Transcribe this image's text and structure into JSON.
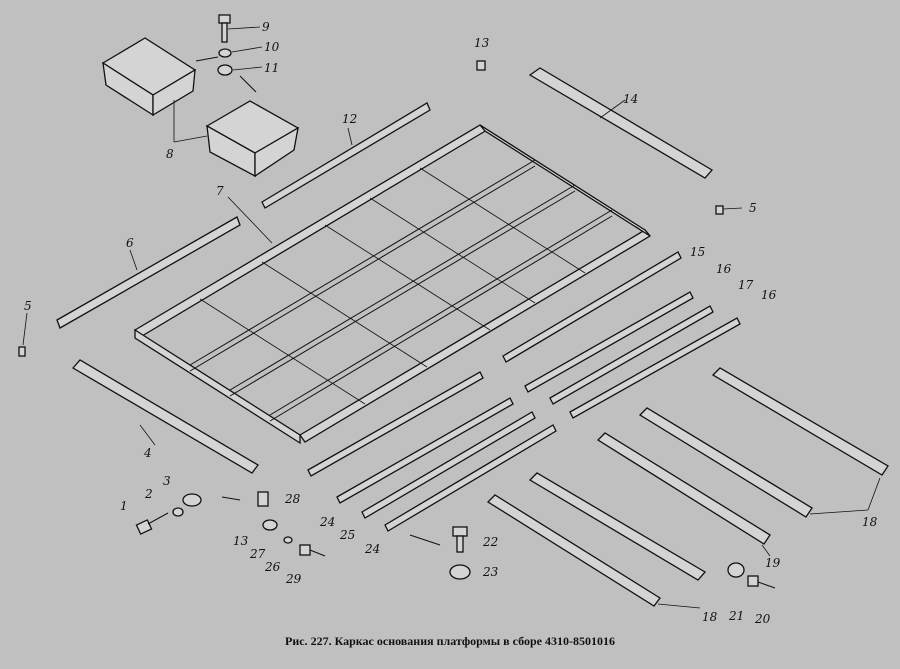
{
  "figure": {
    "caption": "Рис. 227. Каркас основания платформы в сборе 4310-8501016",
    "callouts": [
      "1",
      "2",
      "3",
      "4",
      "5",
      "5",
      "6",
      "7",
      "8",
      "9",
      "10",
      "11",
      "12",
      "13",
      "13",
      "14",
      "15",
      "16",
      "16",
      "17",
      "18",
      "18",
      "19",
      "20",
      "21",
      "22",
      "23",
      "24",
      "24",
      "25",
      "26",
      "27",
      "28",
      "29"
    ]
  },
  "colors": {
    "background": "#c0c0c0",
    "ink": "#111111"
  }
}
